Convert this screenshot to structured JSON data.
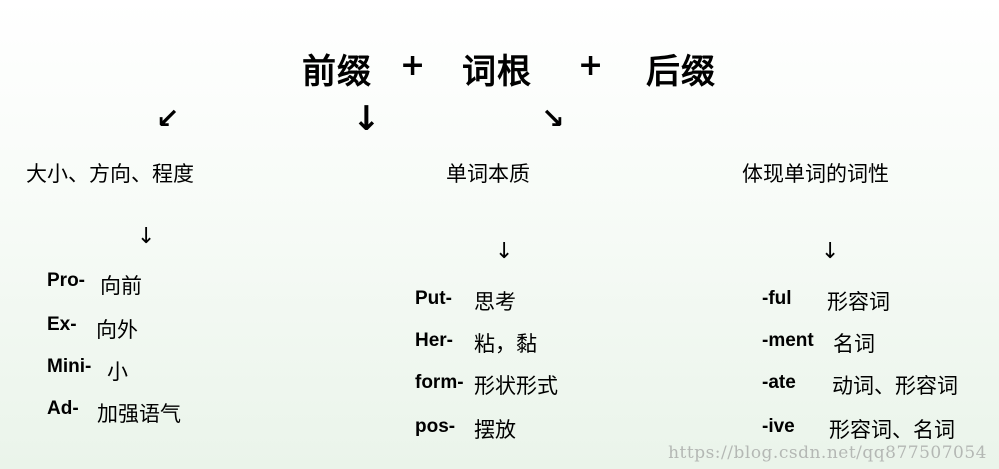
{
  "title": {
    "prefix": "前缀",
    "root": "词根",
    "suffix": "后缀",
    "plus": "+"
  },
  "arrows": {
    "left": "↙",
    "middle": "↓",
    "right": "↘",
    "down": "↓"
  },
  "categories": {
    "prefix": "大小、方向、程度",
    "root": "单词本质",
    "suffix": "体现单词的词性"
  },
  "examples": {
    "prefix": [
      {
        "affix": "Pro-",
        "meaning": "向前"
      },
      {
        "affix": "Ex-",
        "meaning": "向外"
      },
      {
        "affix": "Mini-",
        "meaning": "小"
      },
      {
        "affix": "Ad-",
        "meaning": "加强语气"
      }
    ],
    "root": [
      {
        "affix": "Put-",
        "meaning": "思考"
      },
      {
        "affix": "Her-",
        "meaning": "粘，黏"
      },
      {
        "affix": "form-",
        "meaning": "形状形式"
      },
      {
        "affix": "pos-",
        "meaning": "摆放"
      }
    ],
    "suffix": [
      {
        "affix": "-ful",
        "meaning": "形容词"
      },
      {
        "affix": "-ment",
        "meaning": "名词"
      },
      {
        "affix": "-ate",
        "meaning": "动词、形容词"
      },
      {
        "affix": "-ive",
        "meaning": "形容词、名词"
      }
    ]
  },
  "watermark": "https://blog.csdn.net/qq877507054"
}
